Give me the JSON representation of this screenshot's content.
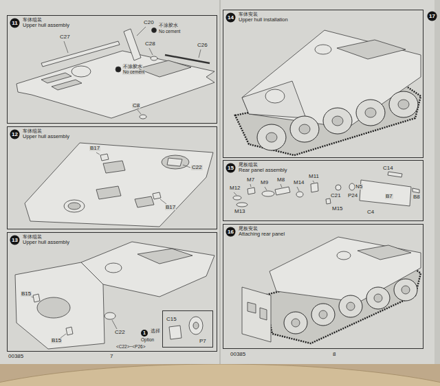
{
  "diagram": {
    "nodes": [
      {
        "text": [
          "车体组装",
          "Upper hull assembly"
        ]
      },
      {
        "text": [
          "11"
        ],
        "in": 0
      },
      {
        "text": [
          "车体组装",
          "Upper hull assembly"
        ]
      },
      {
        "text": [
          "12"
        ],
        "in": 2
      },
      {
        "text": [
          "车体组装",
          "Upper hull assembly"
        ]
      },
      {
        "text": [
          "13"
        ],
        "in": 4
      },
      {
        "text": [
          "C15",
          "P7"
        ],
        "in": 4
      },
      {
        "text": [
          "车体安装",
          "Upper hull installation"
        ]
      },
      {
        "text": [
          "14"
        ],
        "in": 7
      },
      {
        "text": [
          "尾板组装",
          "Rear panel assembly"
        ]
      },
      {
        "text": [
          "15"
        ],
        "in": 9
      },
      {
        "text": [
          "尾板安装",
          "Attaching rear panel"
        ]
      },
      {
        "text": [
          "16"
        ],
        "in": 11
      },
      {
        "text": [
          "17"
        ]
      }
    ],
    "labels": [
      "C27",
      "C20",
      "不涂胶水",
      "No cement",
      "不涂胶水",
      "No cement",
      "C28",
      "C26",
      "C8",
      "B17",
      "C22",
      "B17",
      "B15",
      "B15",
      "C22",
      "1",
      "选择",
      "Option",
      "<C22>~<P26>",
      "C14",
      "N5",
      "C21",
      "P24",
      "M12",
      "M7",
      "M9",
      "M8",
      "M14",
      "M11",
      "M13",
      "M15",
      "C4",
      "B7",
      "B8",
      "00385",
      "7",
      "00385",
      "8"
    ]
  }
}
